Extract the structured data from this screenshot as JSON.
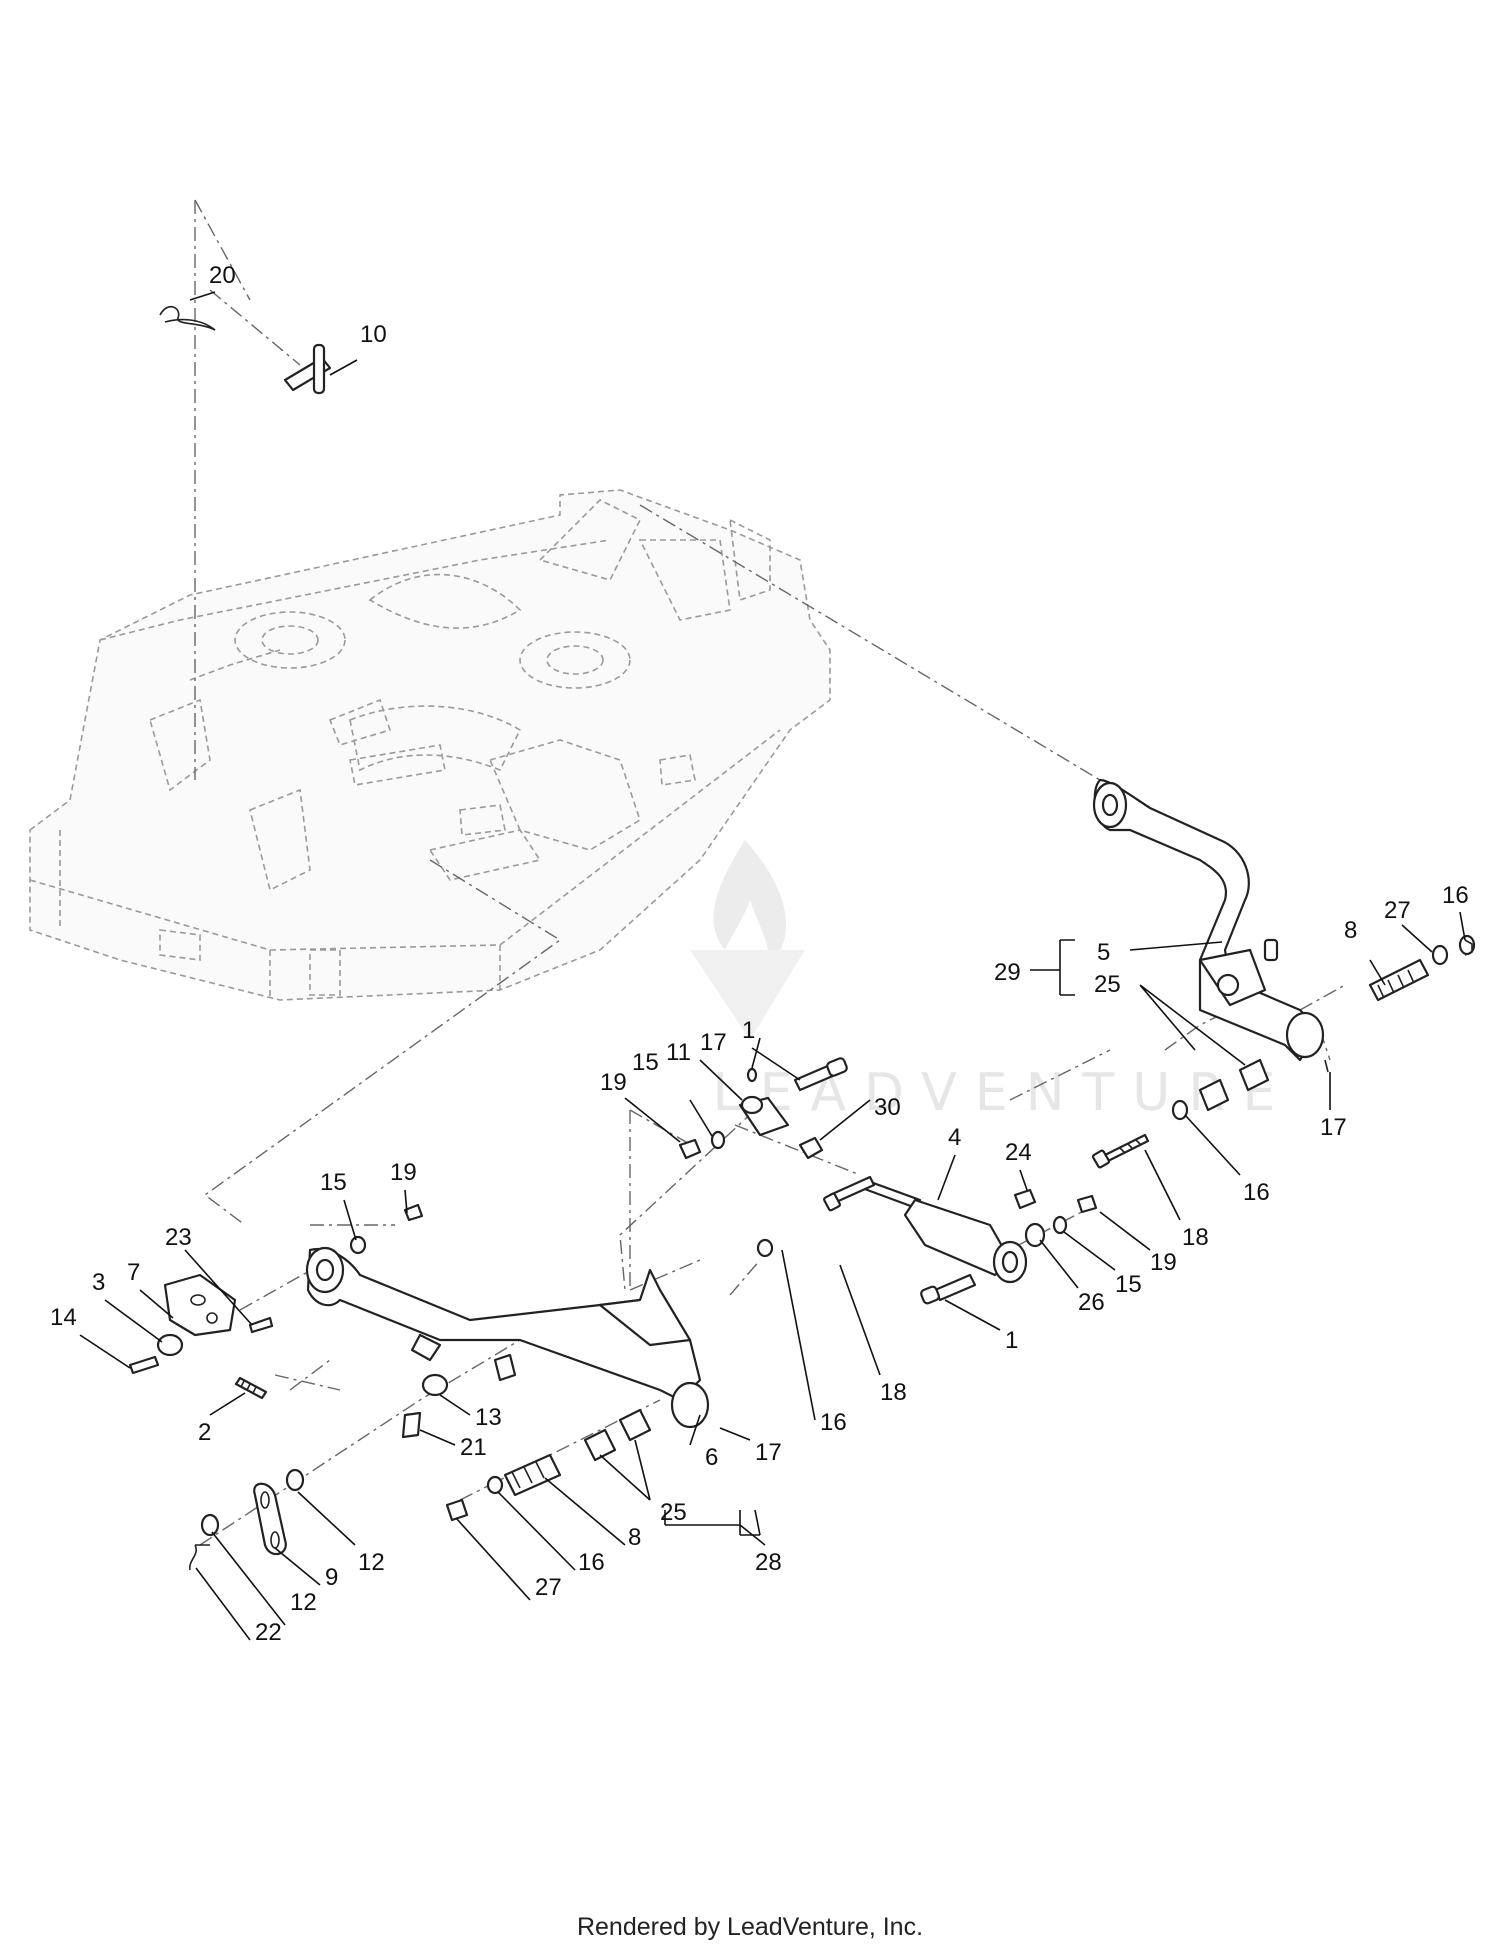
{
  "footer": "Rendered by LeadVenture, Inc.",
  "watermark": "LEADVENTURE",
  "callouts": [
    {
      "id": "c20",
      "text": "20"
    },
    {
      "id": "c10",
      "text": "10"
    },
    {
      "id": "c29",
      "text": "29"
    },
    {
      "id": "c5",
      "text": "5"
    },
    {
      "id": "c25a",
      "text": "25"
    },
    {
      "id": "c8a",
      "text": "8"
    },
    {
      "id": "c27a",
      "text": "27"
    },
    {
      "id": "c16a",
      "text": "16"
    },
    {
      "id": "c17a",
      "text": "17"
    },
    {
      "id": "c1a",
      "text": "1"
    },
    {
      "id": "c17b",
      "text": "17"
    },
    {
      "id": "c11",
      "text": "11"
    },
    {
      "id": "c15a",
      "text": "15"
    },
    {
      "id": "c19a",
      "text": "19"
    },
    {
      "id": "c30",
      "text": "30"
    },
    {
      "id": "c4",
      "text": "4"
    },
    {
      "id": "c24",
      "text": "24"
    },
    {
      "id": "c18a",
      "text": "18"
    },
    {
      "id": "c16b",
      "text": "16"
    },
    {
      "id": "c19b",
      "text": "19"
    },
    {
      "id": "c15b",
      "text": "15"
    },
    {
      "id": "c26",
      "text": "26"
    },
    {
      "id": "c1b",
      "text": "1"
    },
    {
      "id": "c19c",
      "text": "19"
    },
    {
      "id": "c15c",
      "text": "15"
    },
    {
      "id": "c23",
      "text": "23"
    },
    {
      "id": "c7",
      "text": "7"
    },
    {
      "id": "c3",
      "text": "3"
    },
    {
      "id": "c14",
      "text": "14"
    },
    {
      "id": "c2",
      "text": "2"
    },
    {
      "id": "c13",
      "text": "13"
    },
    {
      "id": "c21",
      "text": "21"
    },
    {
      "id": "c18b",
      "text": "18"
    },
    {
      "id": "c16c",
      "text": "16"
    },
    {
      "id": "c17c",
      "text": "17"
    },
    {
      "id": "c6",
      "text": "6"
    },
    {
      "id": "c25b",
      "text": "25"
    },
    {
      "id": "c28",
      "text": "28"
    },
    {
      "id": "c8b",
      "text": "8"
    },
    {
      "id": "c16d",
      "text": "16"
    },
    {
      "id": "c27b",
      "text": "27"
    },
    {
      "id": "c12a",
      "text": "12"
    },
    {
      "id": "c9",
      "text": "9"
    },
    {
      "id": "c12b",
      "text": "12"
    },
    {
      "id": "c22",
      "text": "22"
    }
  ]
}
